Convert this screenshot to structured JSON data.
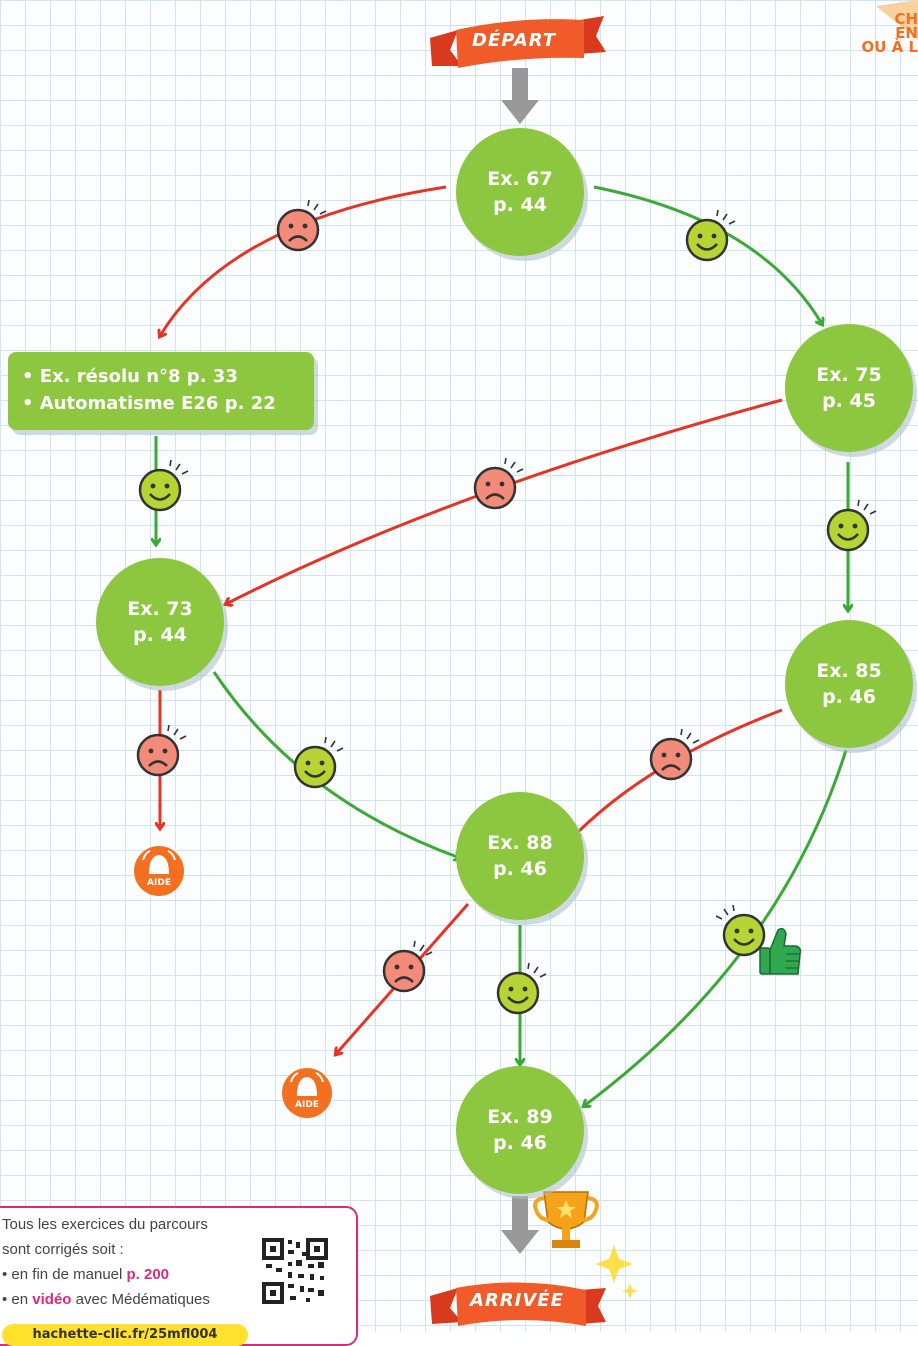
{
  "banners": {
    "start": "DÉPART",
    "end": "ARRIVÉE"
  },
  "corner": {
    "line1": "CH",
    "line2": "EN",
    "line3": "OU À L"
  },
  "box": {
    "line1": "• Ex. résolu n°8 p. 33",
    "line2": "• Automatisme E26 p. 22"
  },
  "nodes": {
    "ex67": {
      "l1": "Ex. 67",
      "l2": "p. 44"
    },
    "ex75": {
      "l1": "Ex. 75",
      "l2": "p. 45"
    },
    "ex73": {
      "l1": "Ex. 73",
      "l2": "p. 44"
    },
    "ex85": {
      "l1": "Ex. 85",
      "l2": "p. 46"
    },
    "ex88": {
      "l1": "Ex. 88",
      "l2": "p. 46"
    },
    "ex89": {
      "l1": "Ex. 89",
      "l2": "p. 46"
    }
  },
  "aide_label": "AIDE",
  "info": {
    "line1": "Tous les exercices du parcours",
    "line2": "sont corrigés soit :",
    "line3_pre": "• en fin de manuel ",
    "line3_bold": "p. 200",
    "line4_pre": "• en ",
    "line4_bold": "vidéo",
    "line4_post": " avec Médématiques",
    "link": "hachette-clic.fr/25mfl004"
  },
  "colors": {
    "node": "#8dc63f",
    "good": "#3aaa35",
    "bad": "#e63323",
    "accent": "#f37021",
    "pink": "#e0287a"
  }
}
